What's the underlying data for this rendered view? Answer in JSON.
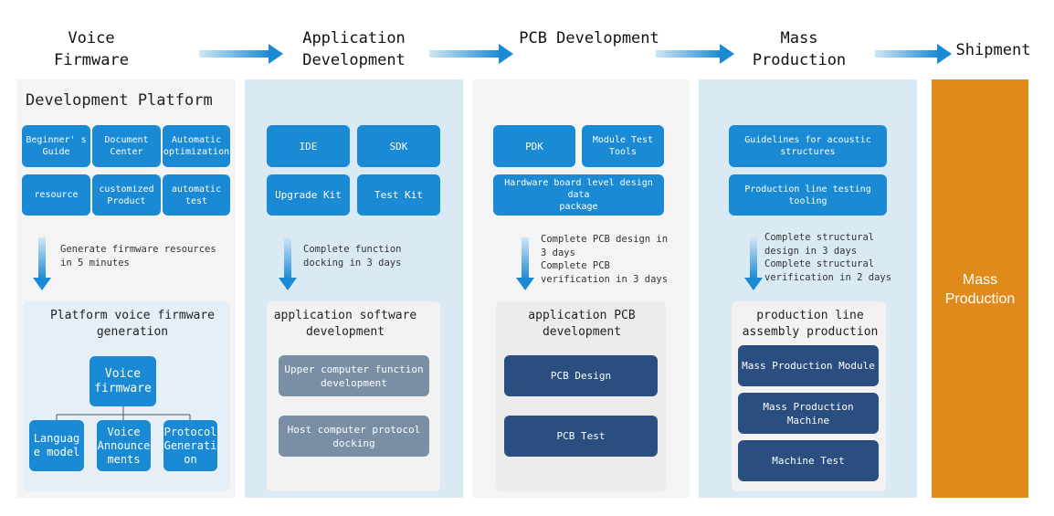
{
  "stages": [
    {
      "id": "voice-firmware",
      "title": "Voice\nFirmware"
    },
    {
      "id": "application-development",
      "title": "Application\nDevelopment"
    },
    {
      "id": "pcb-development",
      "title": "PCB Development"
    },
    {
      "id": "mass-production",
      "title": "Mass\nProduction"
    },
    {
      "id": "shipment",
      "title": "Shipment"
    }
  ],
  "col1": {
    "heading": "Development Platform",
    "buttons": [
      "Beginner' s\nGuide",
      "Document\nCenter",
      "Automatic\noptimization",
      "resource",
      "customized\nProduct",
      "automatic\ntest"
    ],
    "note": "Generate firmware resources\nin 5 minutes",
    "sub_title": "Platform voice firmware\ngeneration",
    "root": "Voice\nfirmware",
    "children": [
      "Languag\ne model",
      "Voice\nAnnounce\nments",
      "Protocol\nGenerati\non"
    ]
  },
  "col2": {
    "buttons": [
      "IDE",
      "SDK",
      "Upgrade Kit",
      "Test Kit"
    ],
    "note": "Complete function\ndocking in 3 days",
    "sub_title": "application software\ndevelopment",
    "items": [
      "Upper computer function\ndevelopment",
      "Host computer protocol\ndocking"
    ]
  },
  "col3": {
    "buttons": [
      "PDK",
      "Module Test\nTools",
      "Hardware board level design data\npackage"
    ],
    "note": "Complete PCB design in\n3 days\nComplete PCB\nverification in 3 days",
    "sub_title": "application PCB\ndevelopment",
    "items": [
      "PCB Design",
      "PCB Test"
    ]
  },
  "col4": {
    "buttons": [
      "Guidelines for acoustic\nstructures",
      "Production line testing\ntooling"
    ],
    "note": "Complete structural\ndesign in 3 days\nComplete structural\nverification in 2 days",
    "sub_title": "production line\nassembly production",
    "items": [
      "Mass Production Module",
      "Mass Production\nMachine",
      "Machine Test"
    ]
  },
  "col5": {
    "label": "Mass\nProduction"
  },
  "colors": {
    "blue": "#1a8ad4",
    "dark_blue": "#2b4e80",
    "gray_blue": "#7a8ea6",
    "orange": "#df8a1b",
    "panel_light": "#f4f4f4",
    "panel_blue": "#d9eaf5"
  }
}
